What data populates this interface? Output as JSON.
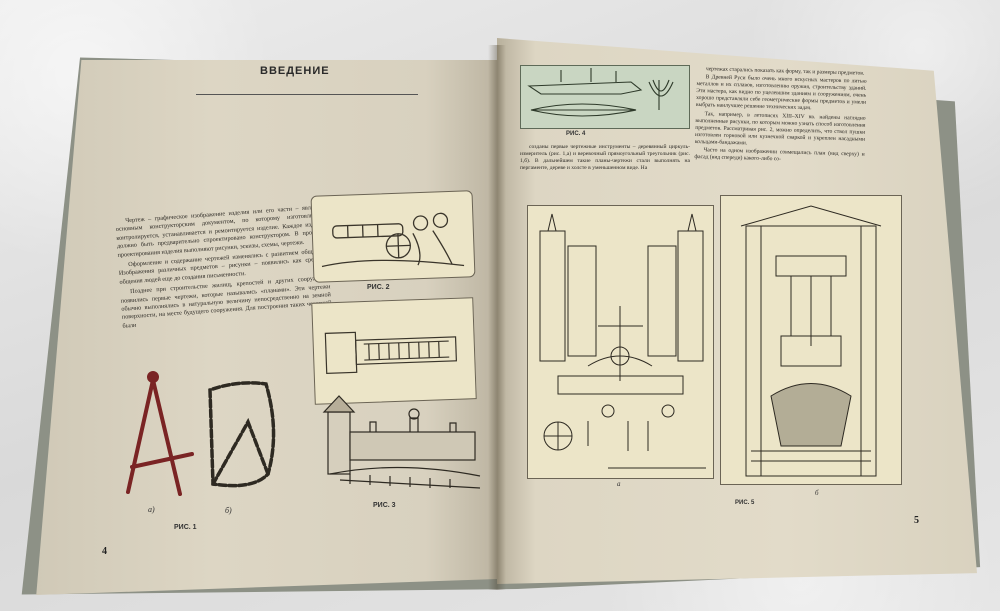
{
  "left_page": {
    "heading": "ВВЕДЕНИЕ",
    "paragraphs": [
      "Чертеж – графическое изображение изделия или его части – является основным конструкторским документом, по которому изготовляется, контролируется, устанавливается и ремонтируется изделие. Каждое изделие должно быть предварительно спроектировано конструктором. В процессе проектирования изделия выполняют рисунки, эскизы, схемы, чертежи.",
      "Оформление и содержание чертежей изменялись с развитием общества. Изображения различных предметов – рисунки – появились как средство общения людей еще до создания письменности.",
      "Позднее при строительстве жилищ, крепостей и других сооружений появились первые чертежи, которые назывались «планами». Эти чертежи обычно выполнялись в натуральную величину непосредственно на земной поверхности, на месте будущего сооружения. Для построения таких чертежей были"
    ],
    "fig1_label_a": "а)",
    "fig1_label_b": "б)",
    "fig1_caption": "РИС. 1",
    "fig2_caption": "РИС. 2",
    "fig3_caption": "РИС. 3",
    "page_number": "4"
  },
  "right_page": {
    "fig4_caption": "РИС. 4",
    "col1_paragraphs": [
      "созданы первые чертежные инструменты – деревянный циркуль-измеритель (рис. 1,а) и веревочный прямоугольный треугольник (рис. 1,б). В дальнейшем такие планы-чертежи стали выполнять на пергаменте, дереве и холсте в уменьшенном виде. На"
    ],
    "col2_paragraphs": [
      "чертежах старались показать как форму, так и размеры предметов.",
      "В Древней Руси было очень много искусных мастеров по литью металлов и их сплавов, изготовлению оружия, строительству зданий. Эти мастера, как видно по уцелевшим зданиям и сооружениям, очень хорошо представляли себе геометрические формы предметов и умели выбрать наилучшее решение технических задач.",
      "Так, например, в летописях XIII–XIV вв. найдены наглядно выполненные рисунки, по которым можно узнать способ изготовления предметов. Рассматривая рис. 2, можно определить, что ствол пушки изготовлен горновой или кузнечной сваркой и укреплен насадными кольцами-бандажами.",
      "Часто на одном изображении совмещались план (вид сверху) и фасад (вид спереди) какого-либо со-"
    ],
    "fig5_label_a": "а",
    "fig5_label_b": "б",
    "fig5_caption": "РИС. 5",
    "page_number": "5"
  },
  "colors": {
    "paper_left": "#ddd6c4",
    "paper_right": "#e2dbc9",
    "cover": "#8d9186",
    "ink": "#2d2a25",
    "plate": "#ece5c8",
    "fig4_tint": "#c9d6c2",
    "fig1_tool": "#7a2424"
  }
}
